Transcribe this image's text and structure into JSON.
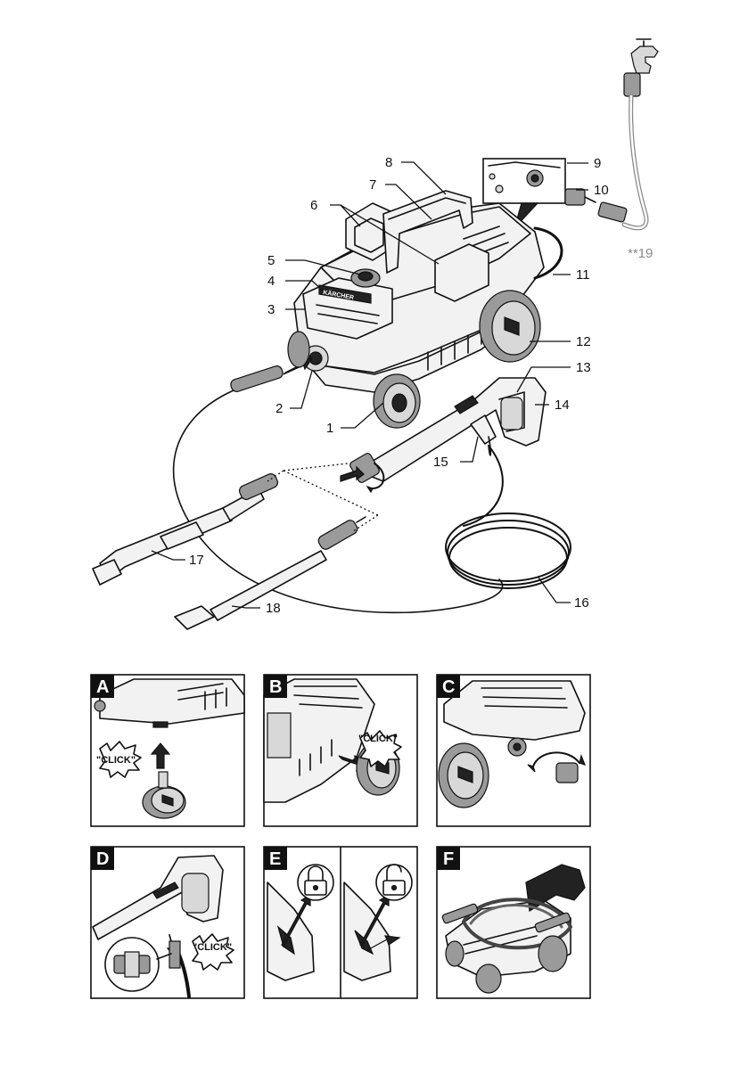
{
  "callouts": {
    "c1": "1",
    "c2": "2",
    "c3": "3",
    "c4": "4",
    "c5": "5",
    "c6": "6",
    "c7": "7",
    "c8": "8",
    "c9": "9",
    "c10": "10",
    "c11": "11",
    "c12": "12",
    "c13": "13",
    "c14": "14",
    "c15": "15",
    "c16": "16",
    "c17": "17",
    "c18": "18",
    "c19": "**19"
  },
  "device_brand": "KÄRCHER",
  "panels": {
    "a": {
      "tag": "A",
      "click": "\"CLICK\""
    },
    "b": {
      "tag": "B",
      "click": "\"CLICK\""
    },
    "c": {
      "tag": "C"
    },
    "d": {
      "tag": "D",
      "click": "\"CLICK\""
    },
    "e": {
      "tag": "E",
      "icon_left": "lock-closed-icon",
      "icon_right": "lock-open-icon"
    },
    "f": {
      "tag": "F"
    }
  },
  "colors": {
    "line": "#111111",
    "body": "#f2f2f2",
    "grey_label": "#8a8a8a"
  }
}
